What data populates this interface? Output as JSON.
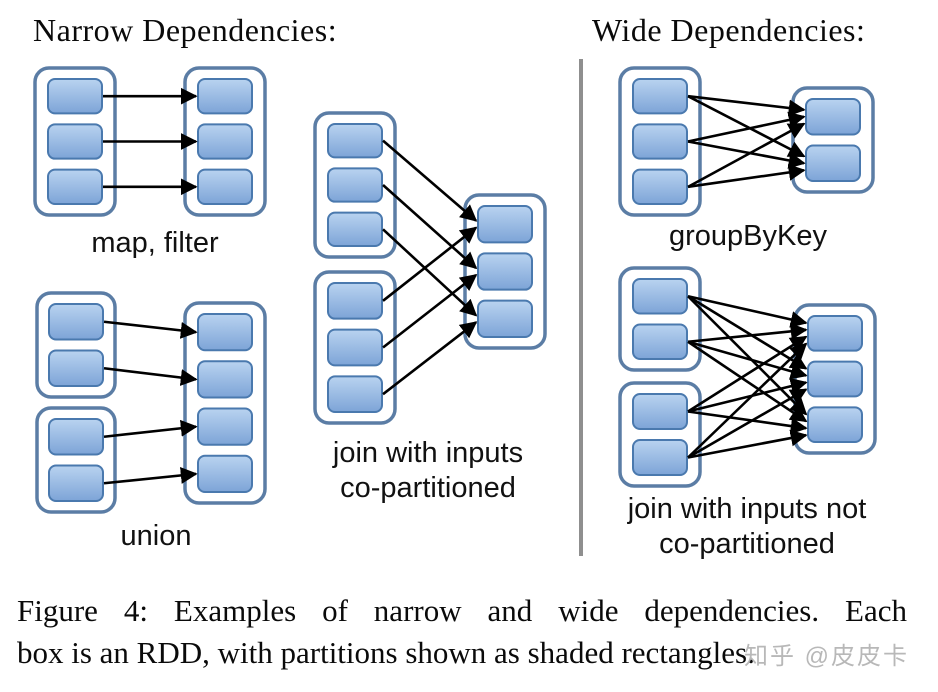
{
  "headings": {
    "narrow": "Narrow Dependencies:",
    "wide": "Wide Dependencies:"
  },
  "diagrams": [
    {
      "id": "map-filter",
      "label_lines": [
        "map, filter"
      ],
      "left_groups": [
        3
      ],
      "right_parts": 3,
      "edges": [
        [
          0,
          0
        ],
        [
          1,
          1
        ],
        [
          2,
          2
        ]
      ]
    },
    {
      "id": "union",
      "label_lines": [
        "union"
      ],
      "left_groups": [
        2,
        2
      ],
      "right_parts": 4,
      "edges": [
        [
          0,
          0
        ],
        [
          1,
          1
        ],
        [
          2,
          2
        ],
        [
          3,
          3
        ]
      ]
    },
    {
      "id": "join-co-partitioned",
      "label_lines": [
        "join with inputs",
        "co-partitioned"
      ],
      "left_groups": [
        3,
        3
      ],
      "right_parts": 3,
      "edges": [
        [
          0,
          0
        ],
        [
          1,
          1
        ],
        [
          2,
          2
        ],
        [
          3,
          0
        ],
        [
          4,
          1
        ],
        [
          5,
          2
        ]
      ]
    },
    {
      "id": "group-by-key",
      "label_lines": [
        "groupByKey"
      ],
      "left_groups": [
        3
      ],
      "right_parts": 2,
      "edges": [
        [
          0,
          0
        ],
        [
          0,
          1
        ],
        [
          1,
          0
        ],
        [
          1,
          1
        ],
        [
          2,
          0
        ],
        [
          2,
          1
        ]
      ]
    },
    {
      "id": "join-not-co-partitioned",
      "label_lines": [
        "join with inputs not",
        "co-partitioned"
      ],
      "left_groups": [
        2,
        2
      ],
      "right_parts": 3,
      "edges": [
        [
          0,
          0
        ],
        [
          0,
          1
        ],
        [
          0,
          2
        ],
        [
          1,
          0
        ],
        [
          1,
          1
        ],
        [
          1,
          2
        ],
        [
          2,
          0
        ],
        [
          2,
          1
        ],
        [
          2,
          2
        ],
        [
          3,
          0
        ],
        [
          3,
          1
        ],
        [
          3,
          2
        ]
      ]
    }
  ],
  "caption_lines": [
    "Figure 4: Examples of narrow and wide dependencies. Each",
    "box is an RDD, with partitions shown as shaded rectangles."
  ],
  "watermark": "知乎 @皮皮卡",
  "colors": {
    "partition_fill_top": "#b9d3f0",
    "partition_fill_bottom": "#7da4d7",
    "partition_border": "#4a79ae",
    "container_border": "#5b7da5",
    "arrow": "#000000",
    "divider": "#8f8f8f",
    "watermark": "#b3b3b3"
  }
}
